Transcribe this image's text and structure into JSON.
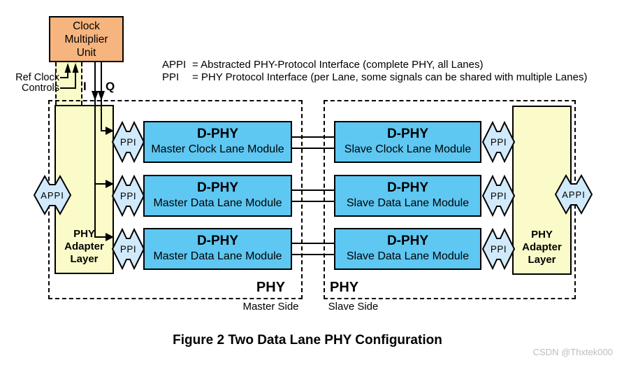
{
  "colors": {
    "cmu_fill": "#f6b47e",
    "module_fill": "#5ec7f2",
    "ppi_fill": "#d0eafb",
    "adapter_fill": "#fbfbca",
    "watermark": "#b9bdc2"
  },
  "cmu": {
    "label": "Clock\nMultiplier\nUnit"
  },
  "inputs": {
    "ref_clock": "Ref Clock",
    "controls": "Controls"
  },
  "clock_signals": {
    "i": "I",
    "q": "Q"
  },
  "legend": {
    "rows": [
      {
        "term": "APPI",
        "definition": "= Abstracted PHY-Protocol Interface (complete PHY, all Lanes)"
      },
      {
        "term": "PPI",
        "definition": "= PHY Protocol Interface (per Lane, some signals can be shared with multiple Lanes)"
      }
    ]
  },
  "master": {
    "appi_label": "APPI",
    "adapter_label": "PHY\nAdapter\nLayer",
    "phy_label": "PHY",
    "side_label": "Master Side",
    "modules": [
      {
        "title": "D-PHY",
        "subtitle": "Master Clock Lane Module",
        "ppi": "PPI"
      },
      {
        "title": "D-PHY",
        "subtitle": "Master Data Lane Module",
        "ppi": "PPI"
      },
      {
        "title": "D-PHY",
        "subtitle": "Master Data Lane Module",
        "ppi": "PPI"
      }
    ]
  },
  "slave": {
    "appi_label": "APPI",
    "adapter_label": "PHY\nAdapter\nLayer",
    "phy_label": "PHY",
    "side_label": "Slave Side",
    "modules": [
      {
        "title": "D-PHY",
        "subtitle": "Slave Clock Lane Module",
        "ppi": "PPI"
      },
      {
        "title": "D-PHY",
        "subtitle": "Slave Data Lane Module",
        "ppi": "PPI"
      },
      {
        "title": "D-PHY",
        "subtitle": "Slave Data Lane Module",
        "ppi": "PPI"
      }
    ]
  },
  "caption": "Figure 2 Two Data Lane PHY Configuration",
  "watermark": "CSDN @Thxtek000"
}
